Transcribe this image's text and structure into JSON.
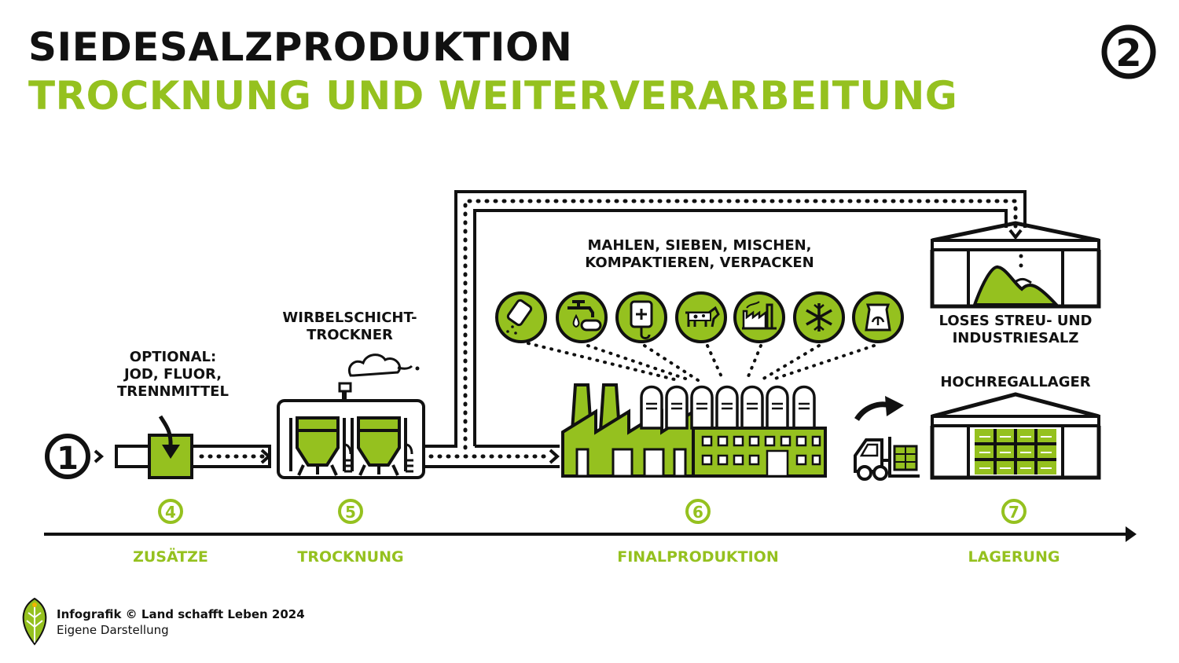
{
  "header": {
    "title": "SIEDESALZPRODUKTION",
    "subtitle": "TROCKNUNG UND WEITERVERARBEITUNG",
    "page_number": "2"
  },
  "colors": {
    "accent": "#95c11f",
    "ink": "#111111",
    "background": "#ffffff"
  },
  "start_marker": "1",
  "labels": {
    "additives": [
      "OPTIONAL:",
      "JOD, FLUOR,",
      "TRENNMITTEL"
    ],
    "dryer": [
      "WIRBELSCHICHT-",
      "TROCKNER"
    ],
    "processing": [
      "MAHLEN, SIEBEN, MISCHEN,",
      "KOMPAKTIEREN, VERPACKEN"
    ],
    "loose_salt": [
      "LOSES STREU- UND",
      "INDUSTRIESALZ"
    ],
    "high_rack": "HOCHREGALLAGER"
  },
  "usage_icons": [
    "salt-shaker-icon",
    "water-tap-icon",
    "medical-infusion-icon",
    "cow-icon",
    "industry-icon",
    "snowflake-icon",
    "salt-sack-icon"
  ],
  "timeline": {
    "stages": [
      {
        "number": "4",
        "label": "ZUSÄTZE"
      },
      {
        "number": "5",
        "label": "TROCKNUNG"
      },
      {
        "number": "6",
        "label": "FINALPRODUKTION"
      },
      {
        "number": "7",
        "label": "LAGERUNG"
      }
    ]
  },
  "footer": {
    "credit": "Infografik © Land schafft Leben 2024",
    "source": "Eigene Darstellung"
  }
}
